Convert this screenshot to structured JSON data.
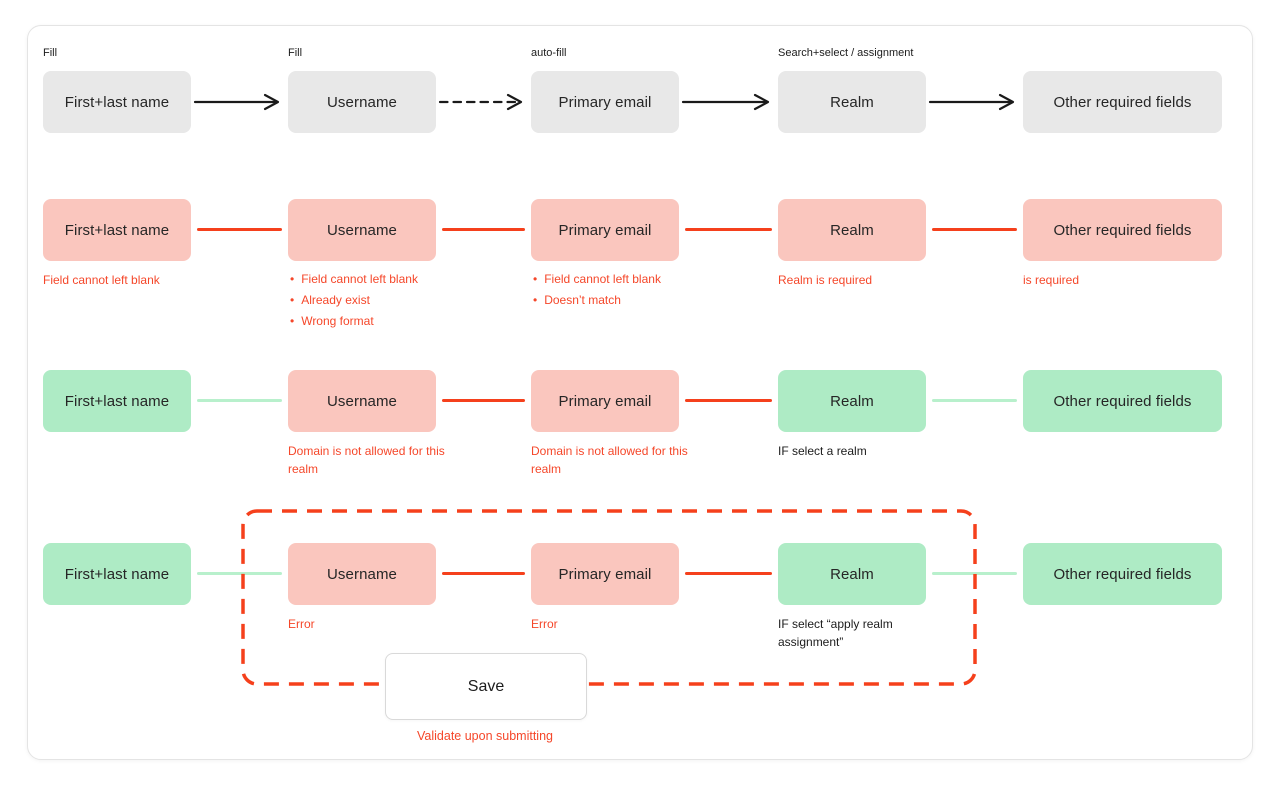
{
  "colors": {
    "box_default": "#e8e8e8",
    "box_error": "#fac6be",
    "box_valid": "#aeebc5",
    "line_error": "#f5401c",
    "line_valid": "#b8f0cc",
    "arrow_black": "#1a1a1a",
    "error_text": "#f5472a",
    "validation_group_border": "#f5401c"
  },
  "rows": [
    {
      "name": "initial",
      "boxes": [
        {
          "label": "First+last name",
          "state": "default",
          "top_label": "Fill"
        },
        {
          "label": "Username",
          "state": "default",
          "top_label": "Fill"
        },
        {
          "label": "Primary email",
          "state": "default",
          "top_label": "auto-fill"
        },
        {
          "label": "Realm",
          "state": "default",
          "top_label": "Search+select / assignment"
        },
        {
          "label": "Other required fields",
          "state": "default"
        }
      ],
      "connectors": [
        "solid-arrow",
        "dashed-arrow",
        "solid-arrow",
        "solid-arrow"
      ]
    },
    {
      "name": "all-errors",
      "boxes": [
        {
          "label": "First+last name",
          "state": "error",
          "error_note": "Field cannot left blank"
        },
        {
          "label": "Username",
          "state": "error",
          "error_bullets": [
            "Field cannot left blank",
            "Already exist",
            "Wrong format"
          ]
        },
        {
          "label": "Primary email",
          "state": "error",
          "error_bullets": [
            "Field cannot left blank",
            "Doesn’t match"
          ]
        },
        {
          "label": "Realm",
          "state": "error",
          "error_note": "Realm is required"
        },
        {
          "label": "Other required fields",
          "state": "error",
          "error_note": "is required"
        }
      ],
      "connectors": [
        "error-line",
        "error-line",
        "error-line",
        "error-line"
      ]
    },
    {
      "name": "domain-errors",
      "boxes": [
        {
          "label": "First+last name",
          "state": "valid"
        },
        {
          "label": "Username",
          "state": "error",
          "error_note": "Domain is not allowed for this realm"
        },
        {
          "label": "Primary email",
          "state": "error",
          "error_note": "Domain is not allowed for this realm"
        },
        {
          "label": "Realm",
          "state": "valid",
          "info_note": "IF select a realm"
        },
        {
          "label": "Other required fields",
          "state": "valid"
        }
      ],
      "connectors": [
        "valid-line",
        "error-line",
        "error-line",
        "valid-line"
      ]
    },
    {
      "name": "submit-validation",
      "boxes": [
        {
          "label": "First+last name",
          "state": "valid"
        },
        {
          "label": "Username",
          "state": "error",
          "error_note": "Error"
        },
        {
          "label": "Primary email",
          "state": "error",
          "error_note": "Error"
        },
        {
          "label": "Realm",
          "state": "valid",
          "info_note": "IF select “apply realm assignment”"
        },
        {
          "label": "Other required fields",
          "state": "valid"
        }
      ],
      "connectors": [
        "valid-line",
        "error-line",
        "error-line",
        "valid-line"
      ]
    }
  ],
  "save": {
    "label": "Save",
    "note": "Validate upon submitting"
  }
}
